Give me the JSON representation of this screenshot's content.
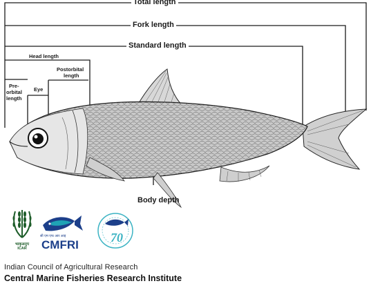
{
  "labels": {
    "total_length": "Total length",
    "fork_length": "Fork length",
    "standard_length": "Standard length",
    "head_length": "Head length",
    "postorbital_line1": "Postorbital",
    "postorbital_line2": "length",
    "eye": "Eye",
    "preorbital_line1": "Pre-",
    "preorbital_line2": "orbital",
    "preorbital_line3": "length",
    "body_depth": "Body depth"
  },
  "logos": {
    "icar_hindi": "भाकृअनुप",
    "icar_caption": "ICAR",
    "cmfri_hindi": "सी एम एफ आर आइ",
    "cmfri_name": "CMFRI",
    "anniversary_number": "70"
  },
  "footer": {
    "line1": "Indian Council of Agricultural Research",
    "line2": "Central Marine Fisheries Research Institute"
  },
  "colors": {
    "ink": "#1a1a1a",
    "icar_green": "#1e5d2a",
    "cmfri_blue": "#1c3f8a",
    "cmfri_teal": "#1fa3b5",
    "anniv_teal": "#3bb3c3"
  }
}
